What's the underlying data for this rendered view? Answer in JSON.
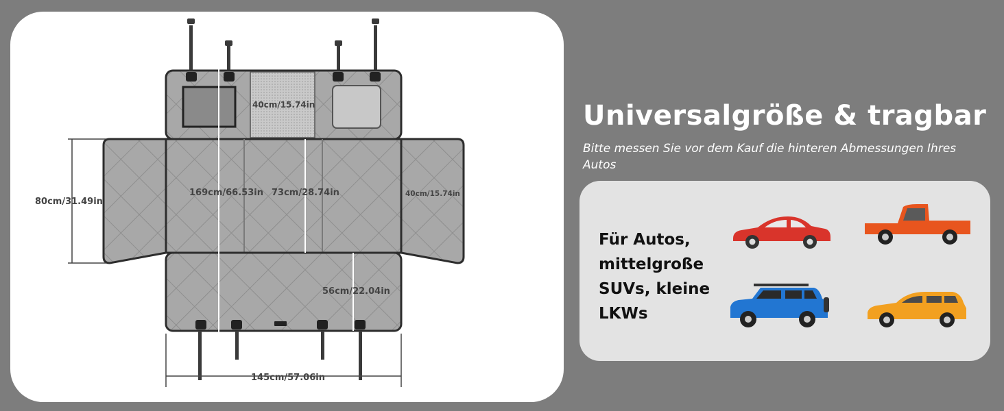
{
  "headline": "Universalgröße & tragbar",
  "subline": "Bitte messen Sie vor dem Kauf die hinteren Abmessungen Ihres Autos",
  "card": {
    "text_lines": [
      "Für Autos,",
      "mittelgroße",
      "SUVs, kleine",
      "LKWs"
    ]
  },
  "dimensions": {
    "total_length": "169cm/66.53in",
    "seat_width": "73cm/28.74in",
    "mesh_window": "40cm/15.74in",
    "side_flap": "40cm/15.74in",
    "side_height": "80cm/31.49in",
    "bottom_section": "56cm/22.04in",
    "total_width": "145cm/57.06in"
  },
  "cars": [
    {
      "name": "red sedan",
      "color": "#d9342b"
    },
    {
      "name": "orange pickup",
      "color": "#e8551e"
    },
    {
      "name": "blue SUV",
      "color": "#2276d2"
    },
    {
      "name": "yellow crossover",
      "color": "#f2a020"
    }
  ],
  "colors": {
    "background": "#7d7d7d",
    "panel": "#ffffff",
    "card": "#e3e3e3",
    "cover_fill": "#a3a3a3"
  }
}
